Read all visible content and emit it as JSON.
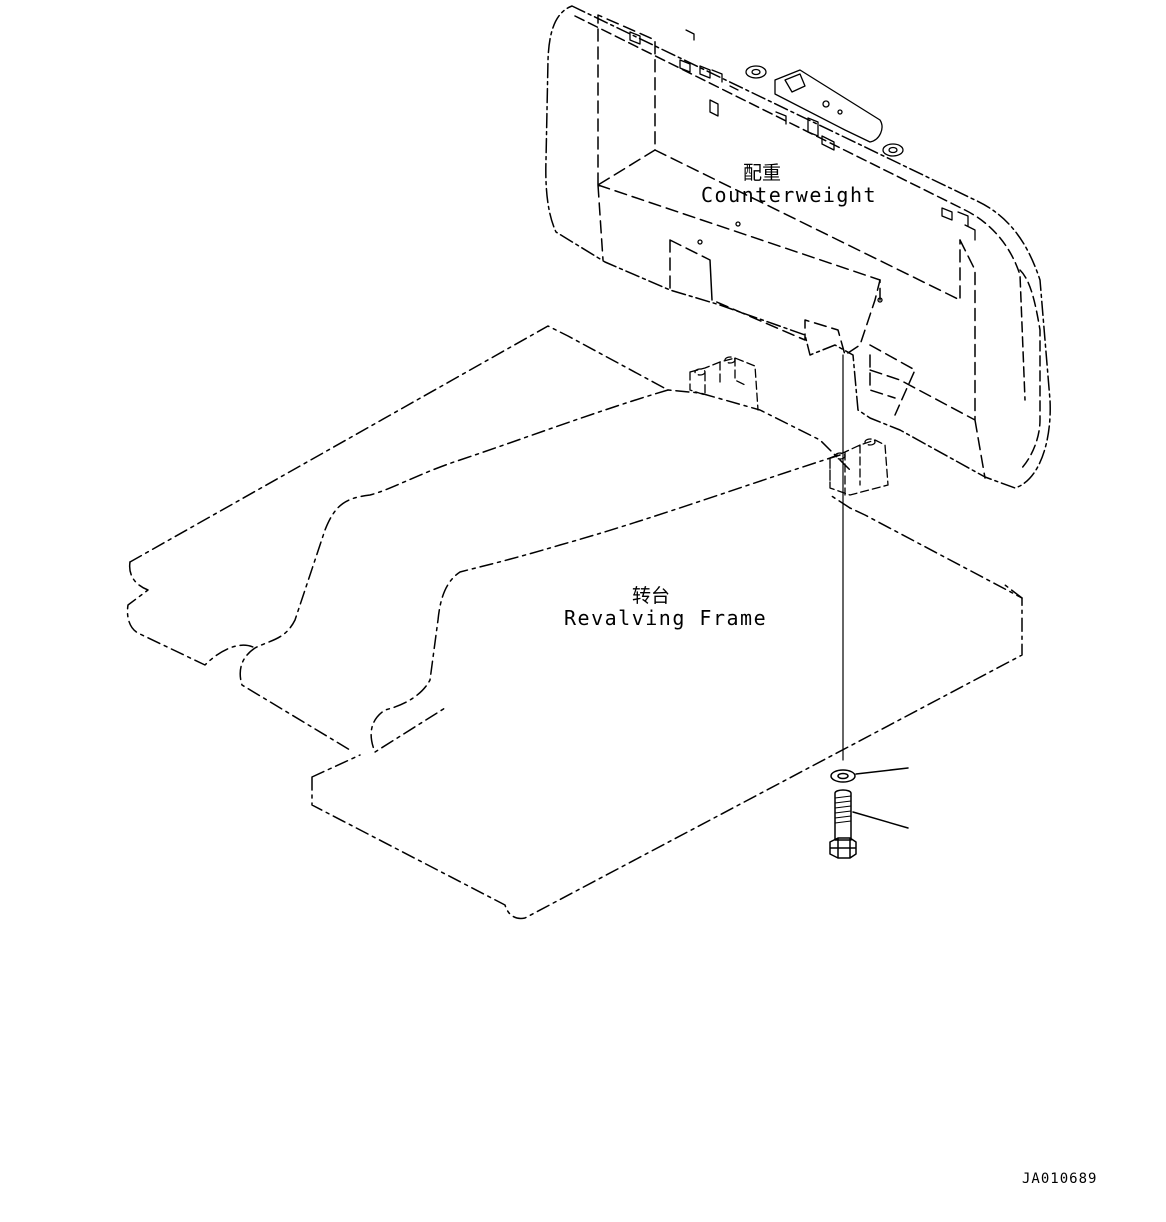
{
  "labels": {
    "counterweight_zh": "配重",
    "counterweight_en": "Counterweight",
    "revolving_frame_zh": "转台",
    "revolving_frame_en": "Revalving Frame"
  },
  "drawing_id": "JA010689",
  "parts": [
    "washer",
    "bolt"
  ]
}
